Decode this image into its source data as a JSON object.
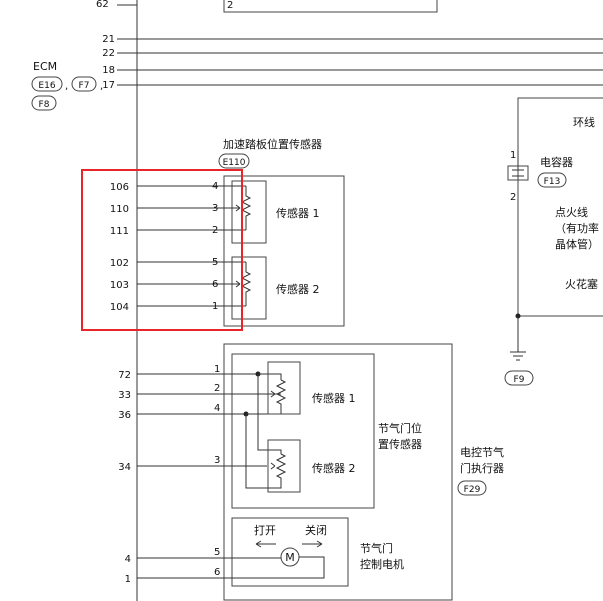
{
  "ecm": {
    "label": "ECM",
    "tags": [
      "E16",
      "F7",
      "F8"
    ],
    "separators": [
      ",",
      ","
    ],
    "top_partial_number": "62",
    "pins": [
      "21",
      "22",
      "18",
      "17"
    ]
  },
  "pedal_sensor": {
    "title": "加速踏板位置传感器",
    "tag": "E110",
    "ecm_pins": [
      "106",
      "110",
      "111",
      "102",
      "103",
      "104"
    ],
    "sensor_pins": [
      "4",
      "3",
      "2",
      "5",
      "6",
      "1"
    ],
    "sensor1_label": "传感器 1",
    "sensor2_label": "传感器 2"
  },
  "throttle": {
    "ecm_pins": [
      "72",
      "33",
      "36",
      "34"
    ],
    "pins": [
      "1",
      "2",
      "4",
      "3"
    ],
    "sensor1_label": "传感器 1",
    "sensor2_label": "传感器 2",
    "position_sensor_label": [
      "节气门位",
      "置传感器"
    ],
    "actuator_label": [
      "电控节气",
      "门执行器"
    ],
    "actuator_tag": "F29",
    "motor_ecm_pins": [
      "4",
      "1"
    ],
    "motor_pins": [
      "5",
      "6"
    ],
    "open_label": "打开",
    "close_label": "关闭",
    "motor_symbol": "M",
    "motor_label": [
      "节气门",
      "控制电机"
    ]
  },
  "right_side": {
    "ring_label": "环线",
    "capacitor_label": "电容器",
    "capacitor_tag": "F13",
    "capacitor_pins": [
      "1",
      "2"
    ],
    "ignition_lines": [
      "点火线",
      "（有功率",
      "晶体管）"
    ],
    "spark_label": "火花塞",
    "ground_tag": "F9"
  },
  "top_partial": {
    "pin": "2"
  },
  "highlight_color": "#e8262a"
}
